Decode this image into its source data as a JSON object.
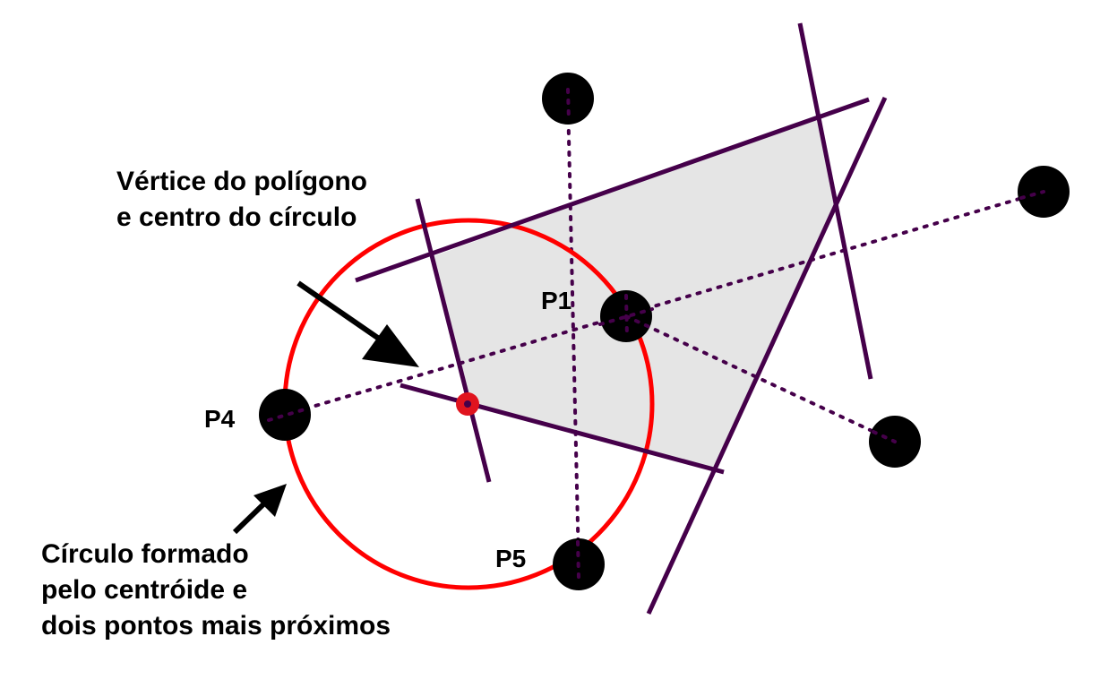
{
  "annotations": {
    "vertex_line1": "Vértice do polígono",
    "vertex_line2": "e centro do círculo",
    "circle_line1": "Círculo formado",
    "circle_line2": "pelo centróide e",
    "circle_line3": "dois pontos mais próximos"
  },
  "point_labels": {
    "p1": "P1",
    "p4": "P4",
    "p5": "P5"
  },
  "colors": {
    "polygon_fill": "#e5e5e5",
    "bisector_lines": "#45004a",
    "dotted_links": "#45004a",
    "circle": "#ff0000",
    "vertex_marker": "#e0141e",
    "points": "#000000",
    "arrows": "#000000"
  }
}
